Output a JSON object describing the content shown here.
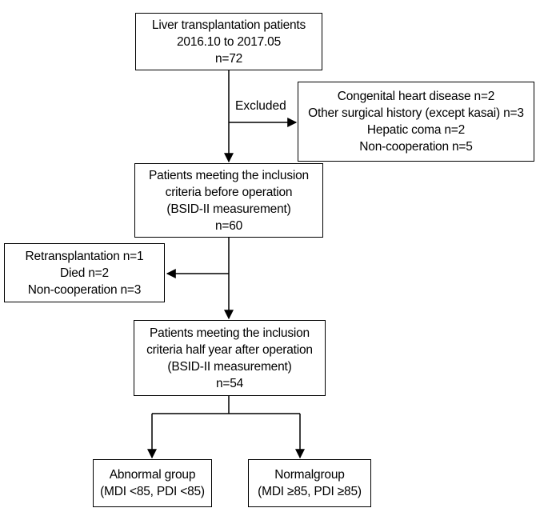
{
  "boxes": {
    "start": {
      "lines": [
        "Liver transplantation patients",
        "2016.10 to 2017.05",
        "n=72"
      ]
    },
    "excluded_pre": {
      "lines": [
        "Congenital heart disease n=2",
        "Other surgical history (except kasai) n=3",
        "Hepatic coma n=2",
        "Non-cooperation n=5"
      ]
    },
    "pre_op": {
      "lines": [
        "Patients meeting the inclusion",
        "criteria before operation",
        "(BSID-II measurement)",
        "n=60"
      ]
    },
    "excluded_post": {
      "lines": [
        "Retransplantation n=1",
        "Died n=2",
        "Non-cooperation n=3"
      ]
    },
    "post_op": {
      "lines": [
        "Patients meeting the inclusion",
        "criteria half year after operation",
        "(BSID-II measurement)",
        "n=54"
      ]
    },
    "abnormal": {
      "lines": [
        "Abnormal group",
        "(MDI <85, PDI <85)"
      ]
    },
    "normal": {
      "lines": [
        "Normalgroup",
        "(MDI ≥85, PDI ≥85)"
      ]
    }
  },
  "labels": {
    "excluded": "Excluded"
  }
}
